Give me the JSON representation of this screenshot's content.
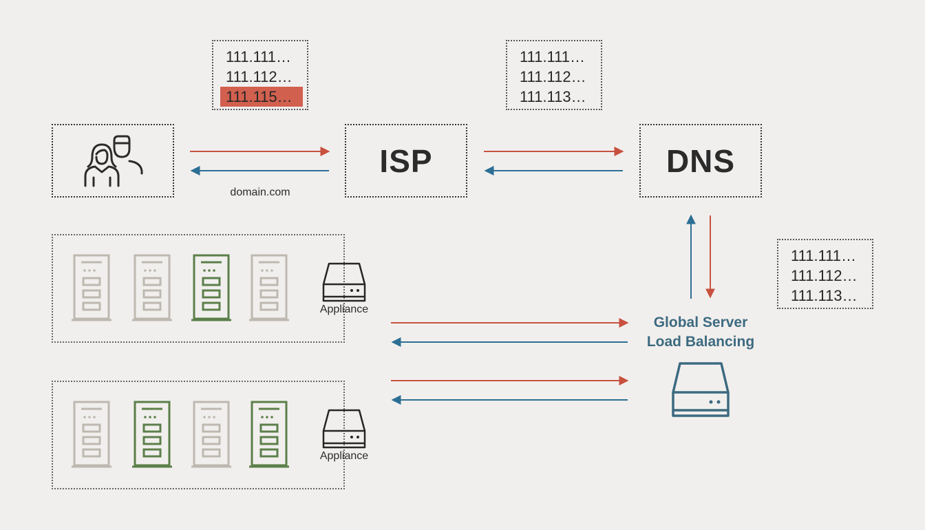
{
  "ip_lists": {
    "isp_cache": [
      "111.111…",
      "111.112…",
      "111.115…"
    ],
    "dns_records": [
      "111.111…",
      "111.112…",
      "111.113…"
    ],
    "gslb_records": [
      "111.111…",
      "111.112…",
      "111.113…"
    ]
  },
  "nodes": {
    "isp": "ISP",
    "dns": "DNS"
  },
  "user_request_label": "domain.com",
  "gslb": {
    "line1": "Global Server",
    "line2": "Load Balancing"
  },
  "groups": [
    {
      "appliance_label": "Appliance",
      "servers": [
        "inactive",
        "inactive",
        "active",
        "inactive"
      ]
    },
    {
      "appliance_label": "Appliance",
      "servers": [
        "inactive",
        "active",
        "inactive",
        "active"
      ]
    }
  ],
  "colors": {
    "request_arrow": "#c8503f",
    "response_arrow": "#2c6e94",
    "active_server": "#5c7f4a",
    "inactive_server": "#bdb8b0",
    "highlight": "#d2604f",
    "gslb": "#3c6a80"
  }
}
